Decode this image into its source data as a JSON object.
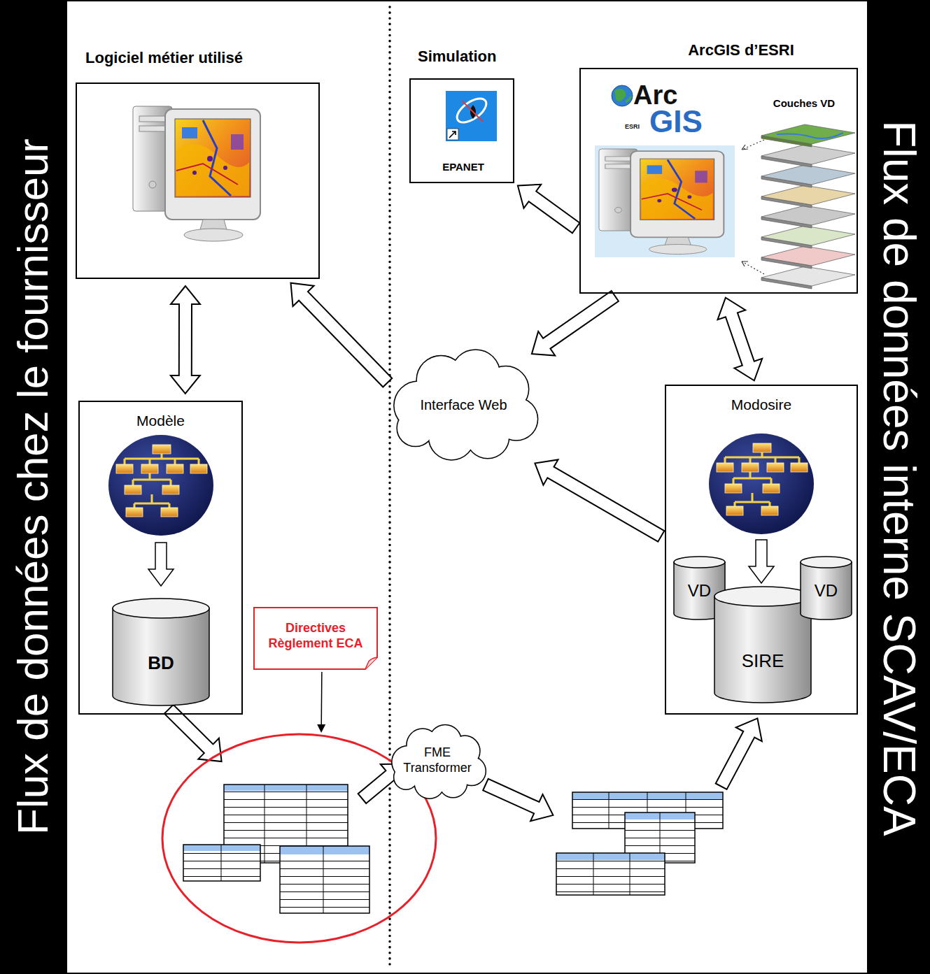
{
  "diagram": {
    "nodes": [
      {
        "text": [
          "Logiciel métier utilisé"
        ]
      },
      {
        "text": [
          "Simulation",
          "EPANET"
        ]
      },
      {
        "text": [
          "ArcGIS d’ESRI",
          "Couches VD"
        ]
      },
      {
        "text": [
          "Modèle"
        ]
      },
      {
        "text": [
          "BD"
        ],
        "in": 3
      },
      {
        "text": [
          "Interface Web"
        ]
      },
      {
        "text": [
          "Modosire"
        ]
      },
      {
        "text": [
          "VD"
        ],
        "in": 6
      },
      {
        "text": [
          "SIRE"
        ],
        "in": 6
      },
      {
        "text": [
          "VD"
        ],
        "in": 6
      },
      {
        "text": [
          "Directives Règlement ECA"
        ]
      },
      {
        "text": []
      },
      {
        "text": [
          "FME Transformer"
        ]
      },
      {
        "text": []
      }
    ],
    "edges": [
      {
        "from": 0,
        "to": 3,
        "arrow": "both"
      },
      {
        "from": 5,
        "to": 0,
        "arrow": "to"
      },
      {
        "from": 2,
        "to": 1,
        "arrow": "to"
      },
      {
        "from": 2,
        "to": 5,
        "arrow": "to"
      },
      {
        "from": 2,
        "to": 6,
        "arrow": "both"
      },
      {
        "from": 6,
        "to": 5,
        "arrow": "to"
      },
      {
        "from": 4,
        "to": 11,
        "arrow": "to"
      },
      {
        "from": 10,
        "to": 11,
        "arrow": "to"
      },
      {
        "from": 11,
        "to": 12,
        "arrow": "to"
      },
      {
        "from": 12,
        "to": 13,
        "arrow": "to"
      },
      {
        "from": 13,
        "to": 6,
        "arrow": "to"
      }
    ],
    "labels": [
      "Flux de données chez le fournisseur",
      "Flux de données interne SCAV/ECA",
      "Arc",
      "ESRI",
      "GIS"
    ]
  }
}
